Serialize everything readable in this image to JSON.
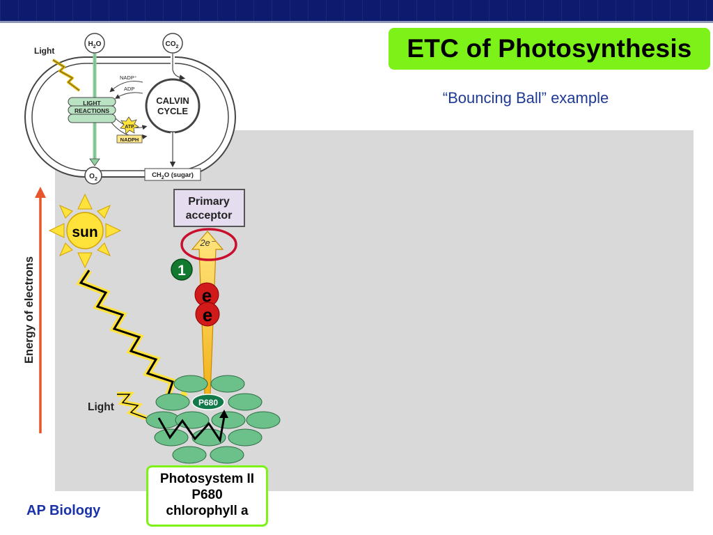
{
  "slide": {
    "title": "ETC of Photosynthesis",
    "subtitle": "“Bouncing Ball” example",
    "footer": "AP Biology"
  },
  "chloroplast": {
    "light": "Light",
    "h2o_main": "H",
    "h2o_sub": "2",
    "h2o_end": "O",
    "co2_main": "CO",
    "co2_sub": "2",
    "nadp": "NADP⁺",
    "adp": "ADP",
    "light_reactions_1": "LIGHT",
    "light_reactions_2": "REACTIONS",
    "atp": "ATP",
    "nadph": "NADPH",
    "calvin_1": "CALVIN",
    "calvin_2": "CYCLE",
    "o2_main": "O",
    "o2_sub": "2",
    "sugar_main": "CH",
    "sugar_sub": "2",
    "sugar_end": "O (sugar)"
  },
  "diagram": {
    "energy_axis": "Energy of electrons",
    "sun": "sun",
    "primary_acceptor_1": "Primary",
    "primary_acceptor_2": "acceptor",
    "two_e": "2e⁻",
    "step": "1",
    "electron_1": "e",
    "electron_2": "e",
    "light": "Light",
    "p680": "P680",
    "photosystem_1": "Photosystem II",
    "photosystem_2": "P680",
    "photosystem_3": "chlorophyll a"
  },
  "colors": {
    "title_bg": "#7cf218",
    "top_bar": "#0d1b6e",
    "panel": "#d9d9d9",
    "electron": "#d11a1a",
    "step_badge": "#127a2e",
    "chlorophyll": "#6cc08a"
  }
}
